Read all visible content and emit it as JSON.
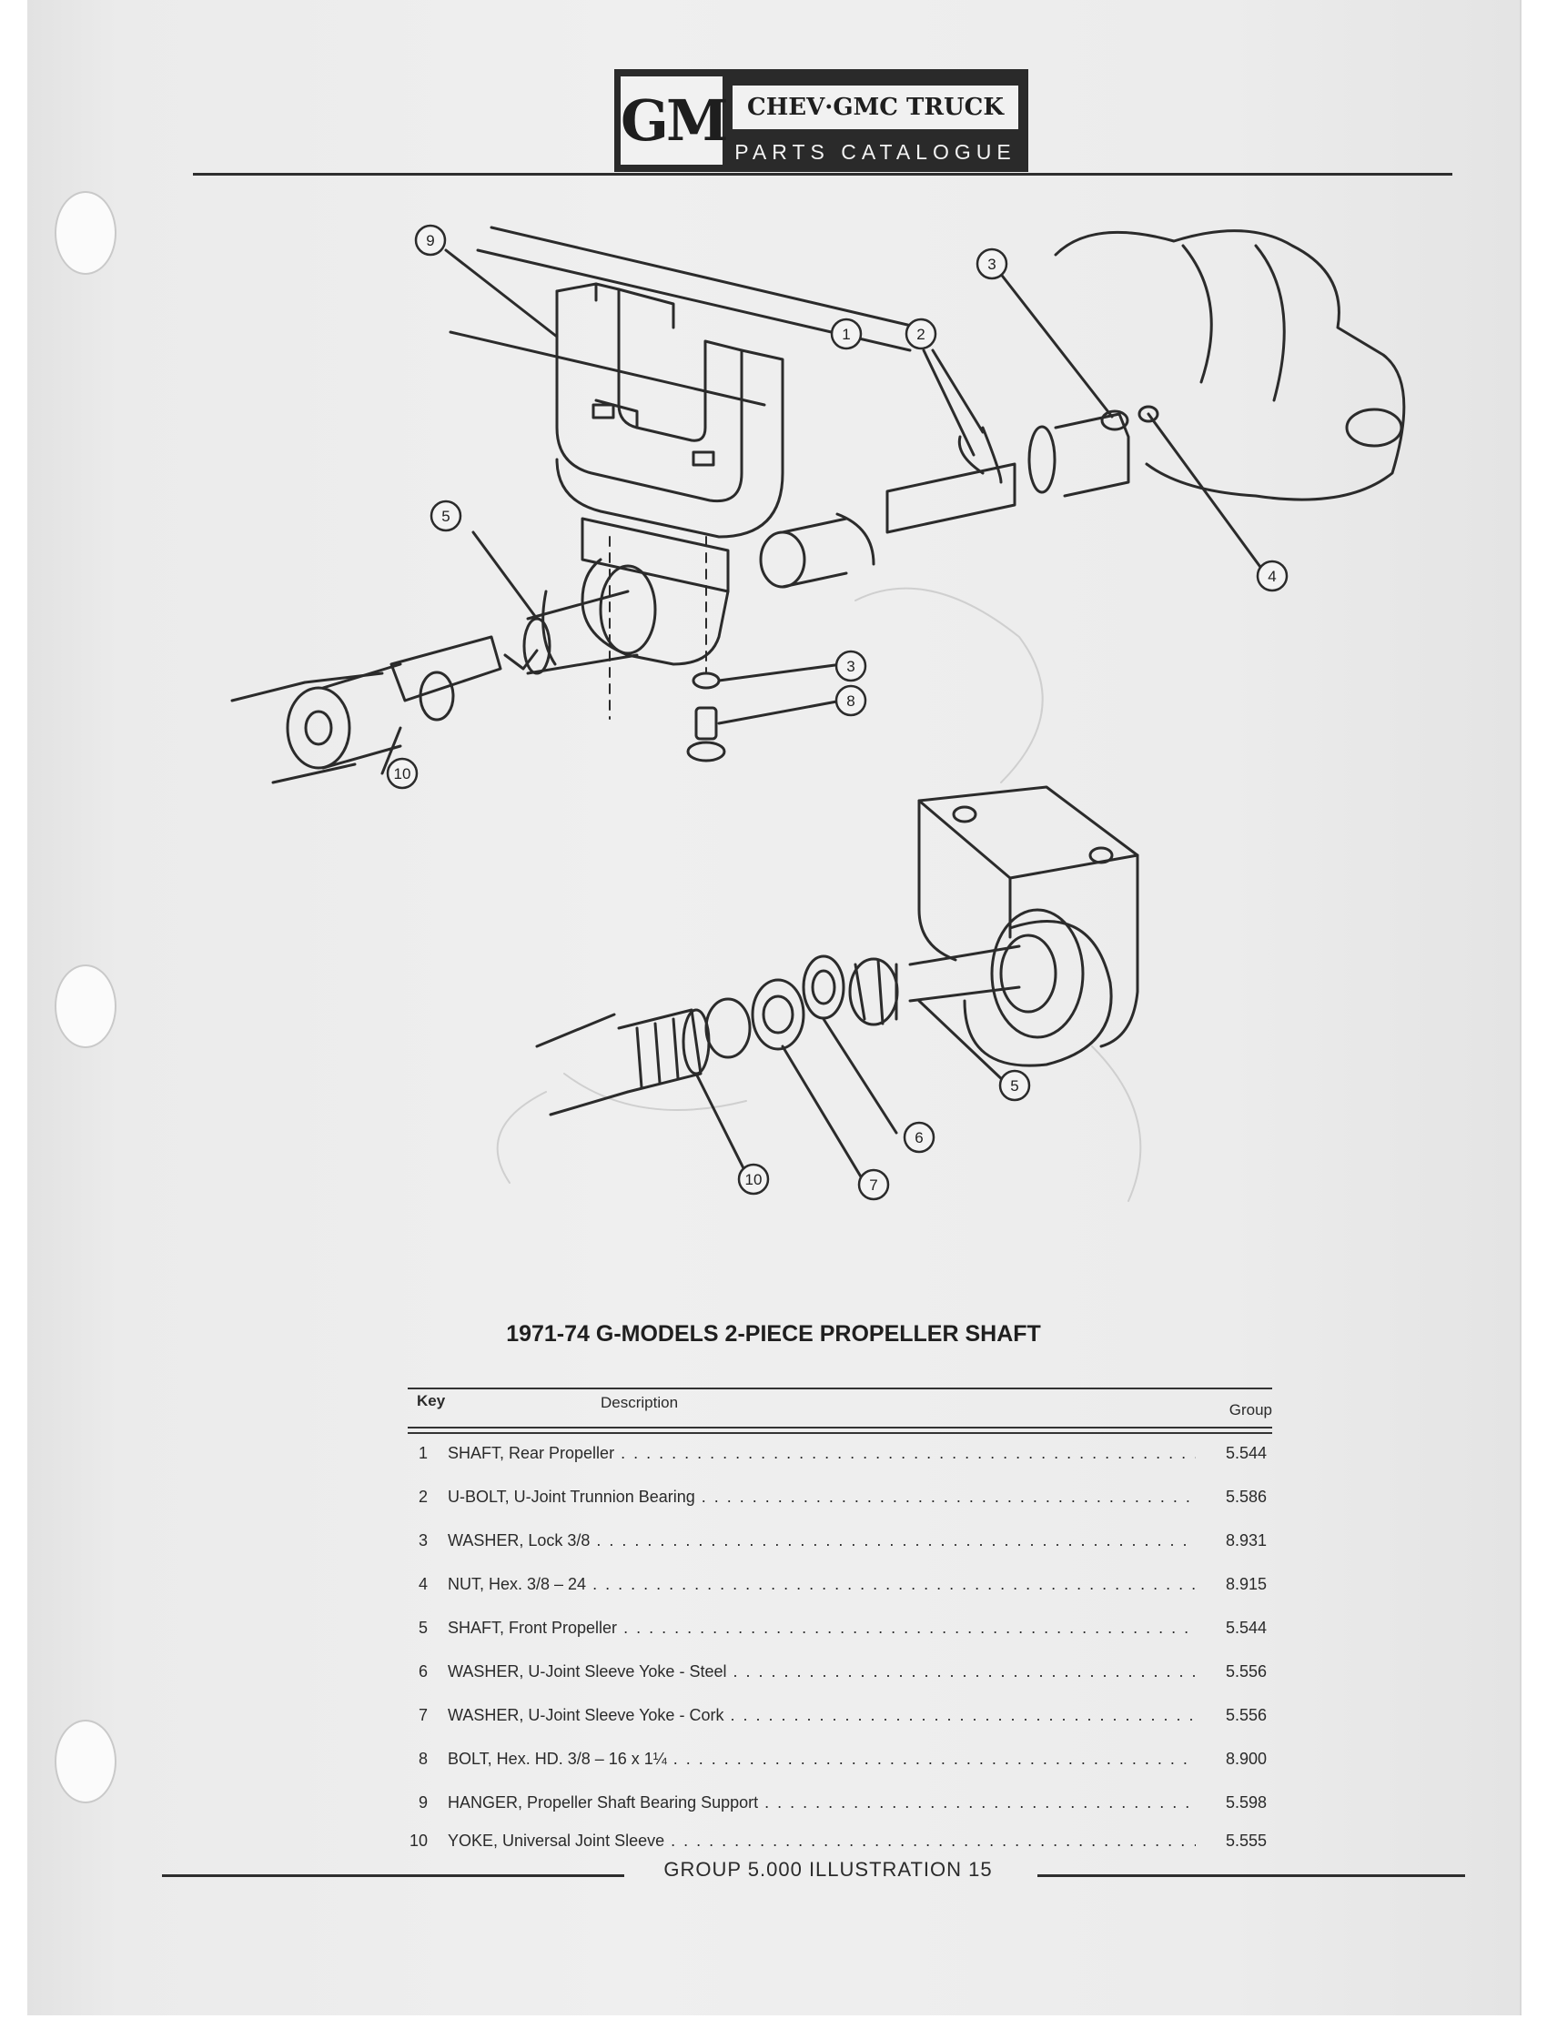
{
  "header": {
    "logo": "GM",
    "line1": "CHEV·GMC TRUCK",
    "line2": "PARTS CATALOGUE"
  },
  "illustration": {
    "callouts": [
      "9",
      "3",
      "1",
      "2",
      "5",
      "4",
      "3",
      "8",
      "10",
      "5",
      "6",
      "10",
      "7"
    ]
  },
  "title": "1971-74 G-MODELS 2-PIECE PROPELLER SHAFT",
  "table": {
    "col_key": "Key",
    "col_desc": "Description",
    "col_group": "Group",
    "rows": [
      {
        "key": "1",
        "desc": "SHAFT, Rear Propeller",
        "group": "5.544"
      },
      {
        "key": "2",
        "desc": "U-BOLT, U-Joint Trunnion Bearing",
        "group": "5.586"
      },
      {
        "key": "3",
        "desc": "WASHER, Lock 3/8",
        "group": "8.931"
      },
      {
        "key": "4",
        "desc": "NUT, Hex. 3/8 – 24",
        "group": "8.915"
      },
      {
        "key": "5",
        "desc": "SHAFT, Front Propeller",
        "group": "5.544"
      },
      {
        "key": "6",
        "desc": "WASHER, U-Joint Sleeve Yoke - Steel",
        "group": "5.556"
      },
      {
        "key": "7",
        "desc": "WASHER, U-Joint Sleeve Yoke - Cork",
        "group": "5.556"
      },
      {
        "key": "8",
        "desc": "BOLT, Hex. HD. 3/8 – 16 x 1¼",
        "group": "8.900"
      },
      {
        "key": "9",
        "desc": "HANGER, Propeller Shaft Bearing Support",
        "group": "5.598"
      },
      {
        "key": "10",
        "desc": "YOKE, Universal Joint Sleeve",
        "group": "5.555"
      }
    ]
  },
  "footer": "GROUP 5.000 ILLUSTRATION  15"
}
